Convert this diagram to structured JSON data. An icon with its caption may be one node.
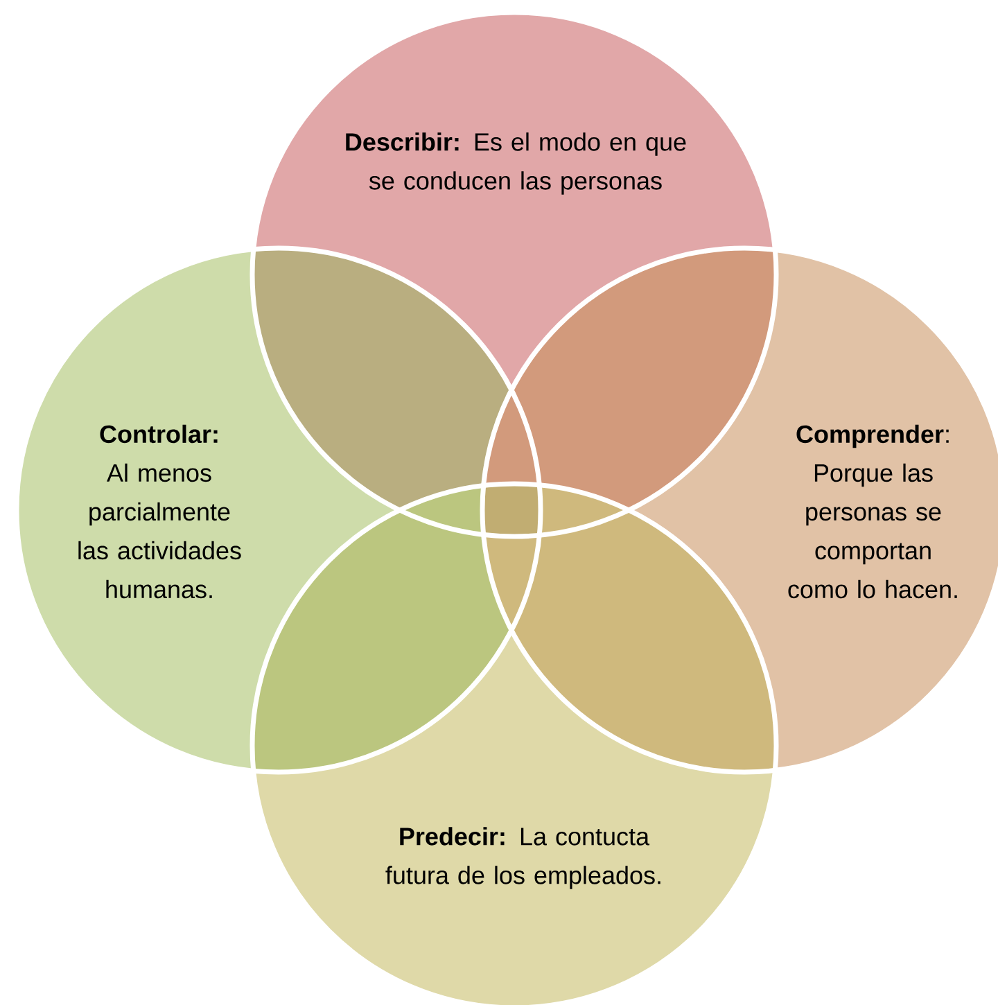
{
  "diagram": {
    "nodes": [
      {
        "text": [
          "**Describir:** Es el modo en que se conducen las personas"
        ]
      },
      {
        "text": [
          "**Controlar:** Al menos parcialmente las actividades humanas."
        ]
      },
      {
        "text": [
          "**Comprender**: Porque las personas se comportan como lo hacen."
        ]
      },
      {
        "text": [
          "**Predecir:** La contucta futura de los empleados."
        ]
      }
    ]
  }
}
